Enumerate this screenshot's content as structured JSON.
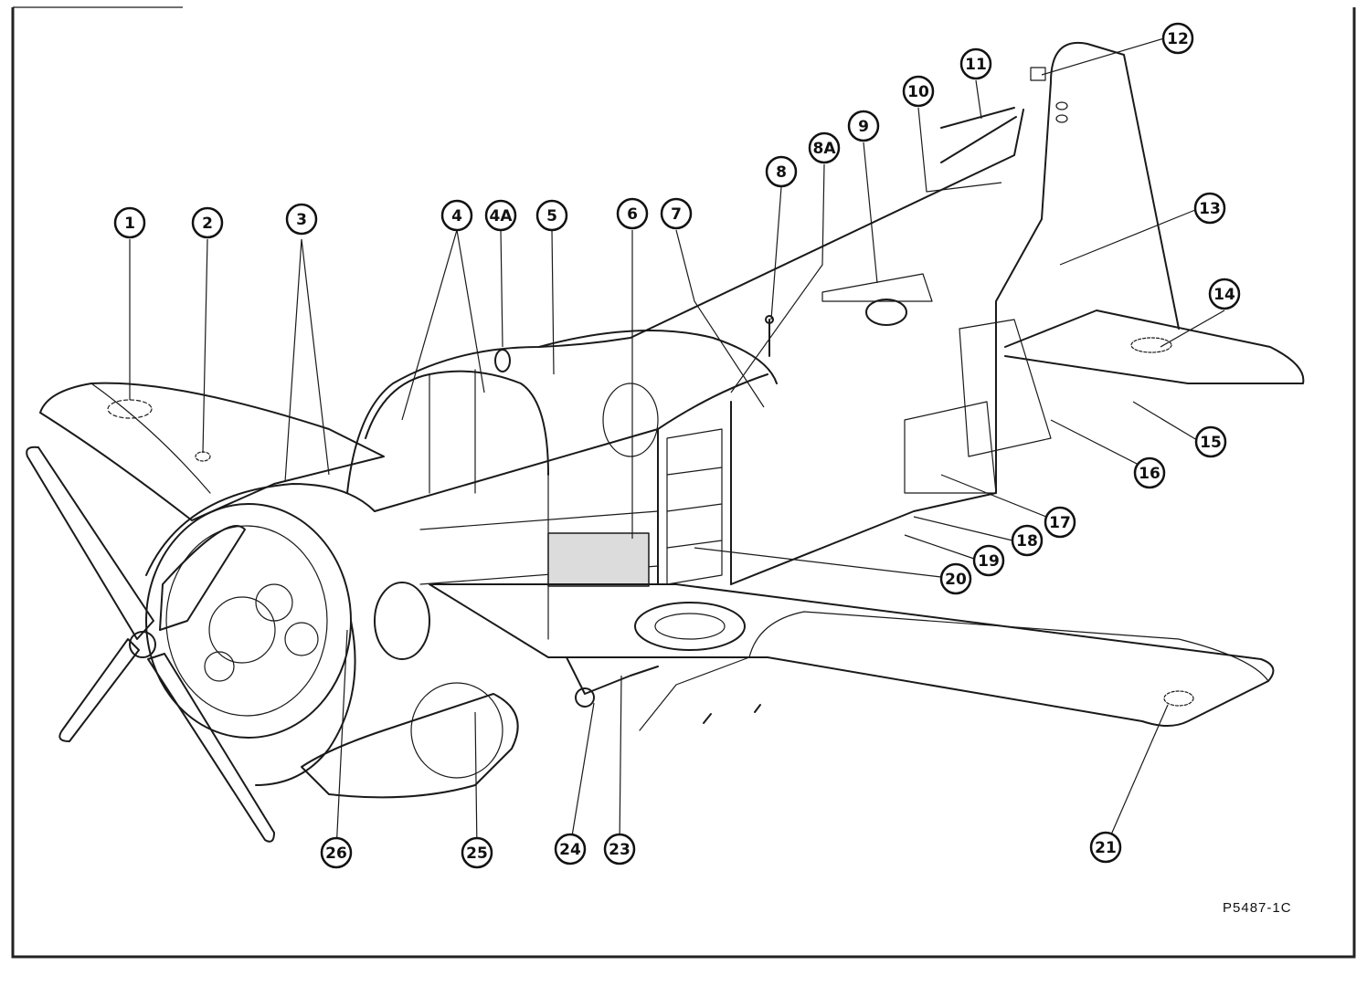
{
  "callouts": [
    {
      "label": "1"
    },
    {
      "label": "2"
    },
    {
      "label": "3"
    },
    {
      "label": "4"
    },
    {
      "label": "4A"
    },
    {
      "label": "5"
    },
    {
      "label": "6"
    },
    {
      "label": "7"
    },
    {
      "label": "8"
    },
    {
      "label": "8A"
    },
    {
      "label": "9"
    },
    {
      "label": "10"
    },
    {
      "label": "11"
    },
    {
      "label": "12"
    },
    {
      "label": "13"
    },
    {
      "label": "14"
    },
    {
      "label": "15"
    },
    {
      "label": "16"
    },
    {
      "label": "17"
    },
    {
      "label": "18"
    },
    {
      "label": "19"
    },
    {
      "label": "20"
    },
    {
      "label": "21"
    },
    {
      "label": "23"
    },
    {
      "label": "24"
    },
    {
      "label": "25"
    },
    {
      "label": "26"
    }
  ],
  "figure_ref": "P5487-1C"
}
